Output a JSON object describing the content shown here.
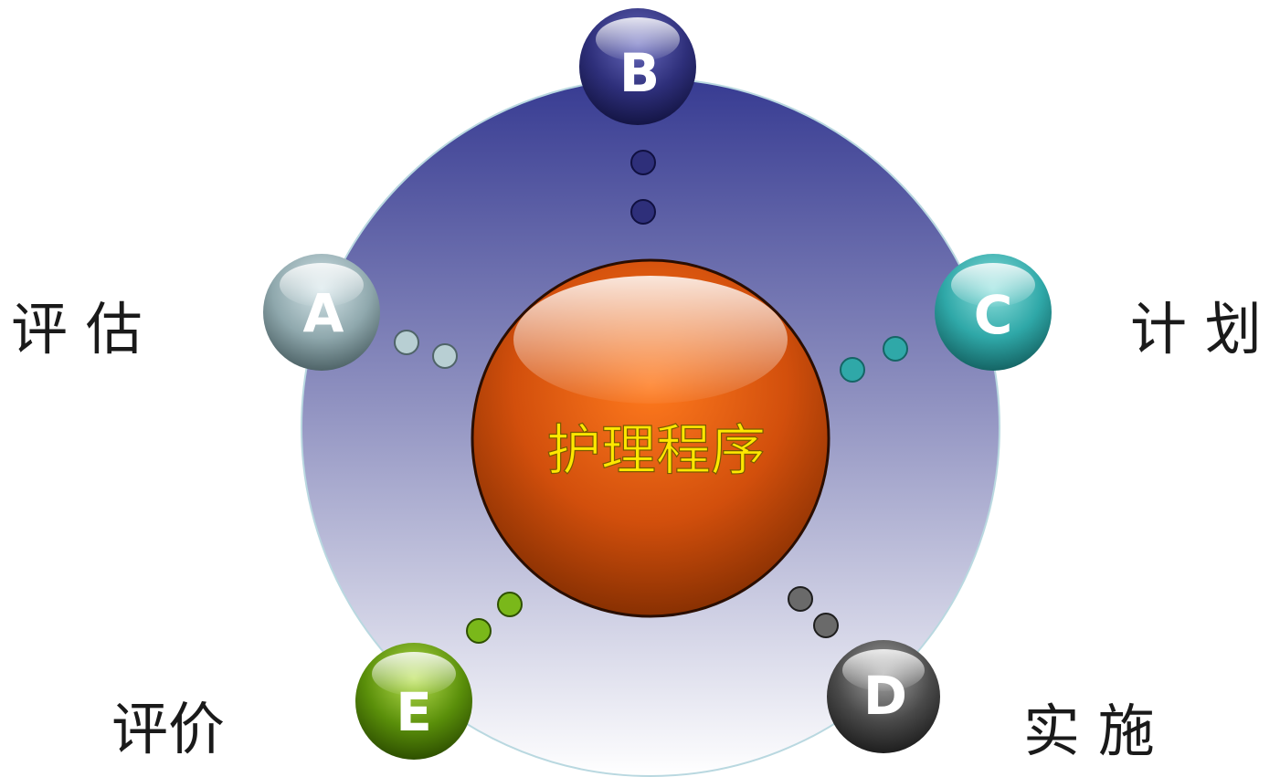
{
  "center": {
    "label": "护理程序",
    "color": "#e05a10"
  },
  "nodes": [
    {
      "id": "A",
      "letter": "A",
      "label": "评 估",
      "color": "#8fa8ad"
    },
    {
      "id": "B",
      "letter": "B",
      "label": "",
      "color": "#2e2f7a"
    },
    {
      "id": "C",
      "letter": "C",
      "label": "计 划",
      "color": "#2fa8a8"
    },
    {
      "id": "D",
      "letter": "D",
      "label": "实 施",
      "color": "#4a4a4a"
    },
    {
      "id": "E",
      "letter": "E",
      "label": "评价",
      "color": "#5a8f0a"
    }
  ],
  "ring": {
    "top_color": "#373b92",
    "bottom_color": "#ffffff"
  }
}
